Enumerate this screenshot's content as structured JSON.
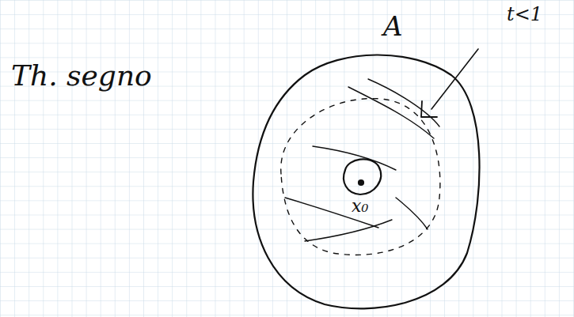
{
  "diagram": {
    "labels": [
      "Th. segno",
      "A",
      "t<1",
      "x₀"
    ]
  }
}
